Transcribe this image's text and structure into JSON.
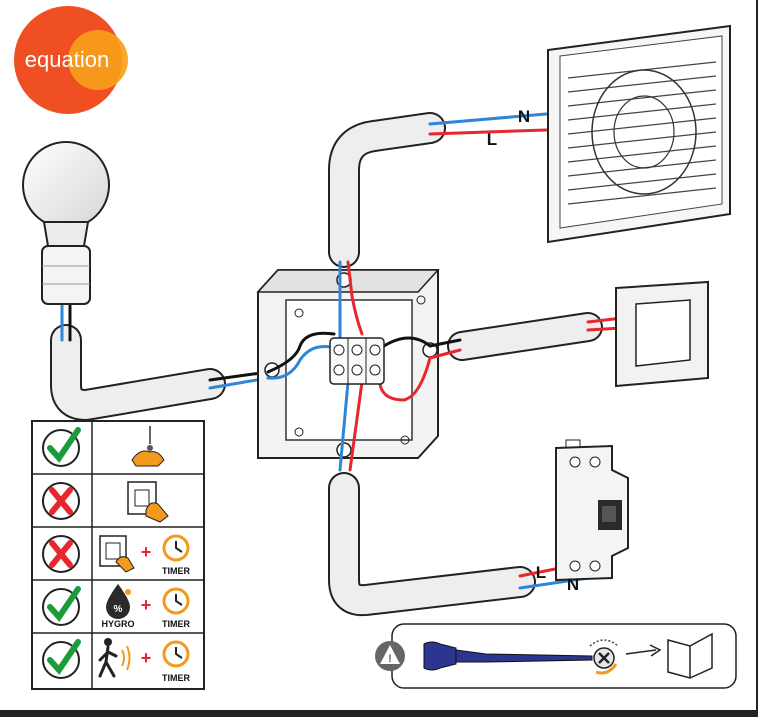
{
  "logo": {
    "text": "equation"
  },
  "fan_wires": {
    "neutral": "N",
    "live": "L"
  },
  "breaker_wires": {
    "live": "L",
    "neutral": "N"
  },
  "legend": {
    "rows": [
      {
        "status": "ok",
        "caption": ""
      },
      {
        "status": "no",
        "caption": ""
      },
      {
        "status": "no",
        "caption": "TIMER"
      },
      {
        "status": "ok",
        "caption": "TIMER",
        "caption2": "HYGRO"
      },
      {
        "status": "ok",
        "caption": "TIMER"
      }
    ],
    "plus": "+",
    "percent": "%"
  },
  "warning": {
    "symbol": "!"
  },
  "colors": {
    "logo_outer": "#f04e23",
    "logo_inner": "#f7a11a",
    "wire_live": "#e8262d",
    "wire_neutral": "#2f86d8",
    "wire_black": "#1a1a1a",
    "conduit": "#eeeeee",
    "check_green": "#1a9c3a",
    "cross_red": "#e8262d",
    "accent_orange": "#f39a1e",
    "tool_blue": "#2c3590"
  },
  "icons": [
    "check-icon",
    "cross-icon",
    "pull-cord-icon",
    "wall-switch-icon",
    "timer-icon",
    "hygro-drop-icon",
    "motion-sensor-icon",
    "warning-icon",
    "screwdriver-icon",
    "screw-icon",
    "manual-book-icon"
  ]
}
